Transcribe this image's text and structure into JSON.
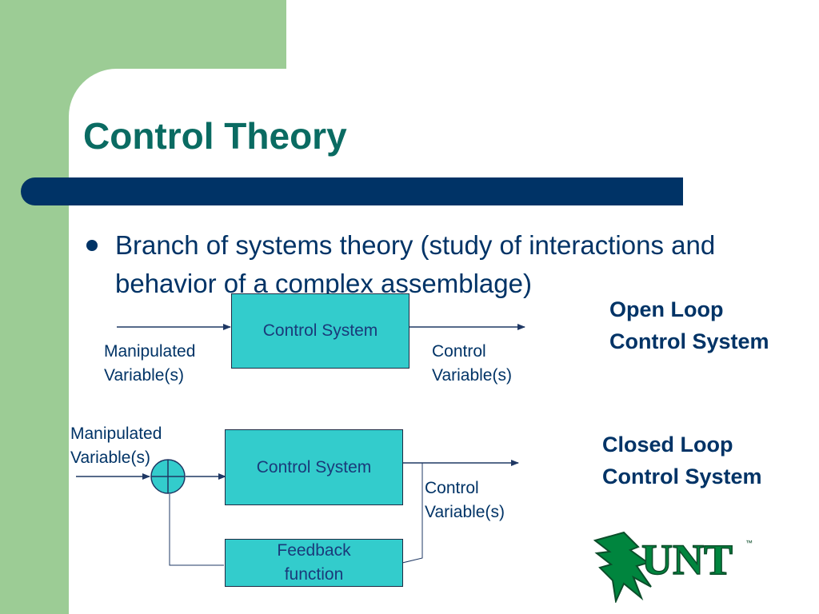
{
  "slide": {
    "title": "Control Theory",
    "bullet": "Branch of systems theory (study of interactions and behavior of a complex assemblage)"
  },
  "open_loop": {
    "box_label": "Control System",
    "input_label": "Manipulated Variable(s)",
    "output_label": "Control Variable(s)",
    "heading": "Open Loop Control System"
  },
  "closed_loop": {
    "box_label": "Control System",
    "feedback_label": "Feedback function",
    "input_label": "Manipulated Variable(s)",
    "output_label": "Control Variable(s)",
    "heading": "Closed Loop Control System"
  },
  "logo": {
    "text": "UNT",
    "trademark": "™",
    "colors": {
      "green": "#00853e",
      "dark": "#0b4d2a"
    }
  },
  "colors": {
    "title": "#0a6b62",
    "navy": "#003366",
    "box_fill": "#33cccc",
    "accent_green": "#9ccc95"
  }
}
